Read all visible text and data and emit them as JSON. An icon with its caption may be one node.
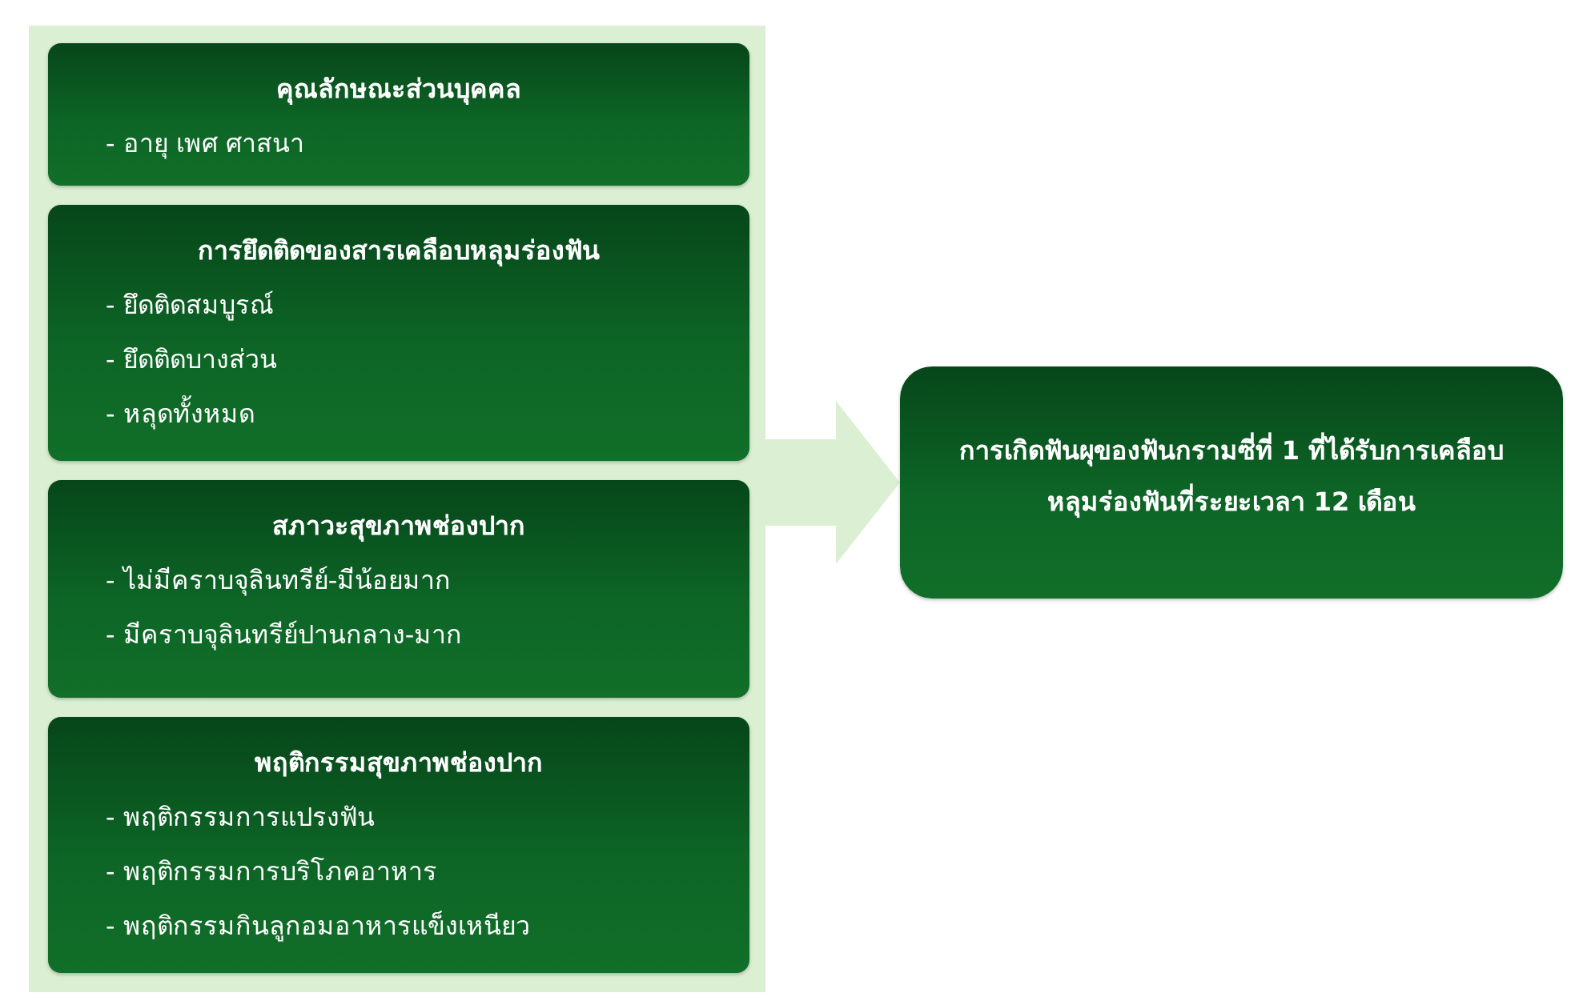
{
  "diagram": {
    "nodes": [
      {
        "text": [],
        "shape": "box"
      },
      {
        "text": [
          "คุณลักษณะส่วนบุคคล",
          "- อายุ เพศ ศาสนา"
        ],
        "in": 0
      },
      {
        "text": [
          "การยึดติดของสารเคลือบหลุมร่องฟัน",
          "- ยึดติดสมบูรณ์",
          "- ยึดติดบางส่วน",
          "- หลุดทั้งหมด"
        ],
        "in": 0
      },
      {
        "text": [
          "สภาวะสุขภาพช่องปาก",
          "- ไม่มีคราบจุลินทรีย์-มีน้อยมาก",
          "- มีคราบจุลินทรีย์ปานกลาง-มาก"
        ],
        "in": 0
      },
      {
        "text": [
          "พฤติกรรมสุขภาพช่องปาก",
          "- พฤติกรรมการแปรงฟัน",
          "- พฤติกรรมการบริโภคอาหาร",
          "- พฤติกรรมกินลูกอมอาหารแข็งเหนียว"
        ],
        "in": 0
      },
      {
        "text": [
          "การเกิดฟันผุของฟันกรามซี่ที่ 1 ที่ได้รับการเคลือบ หลุมร่องฟันที่ระยะเวลา 12 เดือน"
        ]
      }
    ],
    "edges": [
      {
        "from": 0,
        "to": 5,
        "arrow": "to"
      }
    ]
  }
}
